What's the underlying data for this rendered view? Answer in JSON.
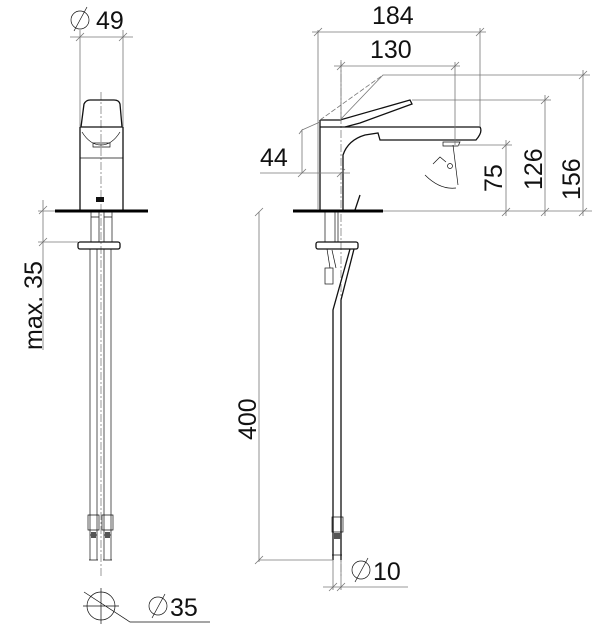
{
  "title": "Single-lever basin mixer dimension drawing",
  "dimensions": {
    "body_diameter": "49",
    "max_thickness": "max. 35",
    "hole_diameter": "35",
    "total_depth": "184",
    "spout_projection": "130",
    "lever_height": "44",
    "outlet_height": "75",
    "spout_height": "126",
    "lever_open_height": "156",
    "hose_length": "400",
    "hose_diameter": "10"
  },
  "colors": {
    "line": "#111111",
    "dimension": "#777777"
  }
}
